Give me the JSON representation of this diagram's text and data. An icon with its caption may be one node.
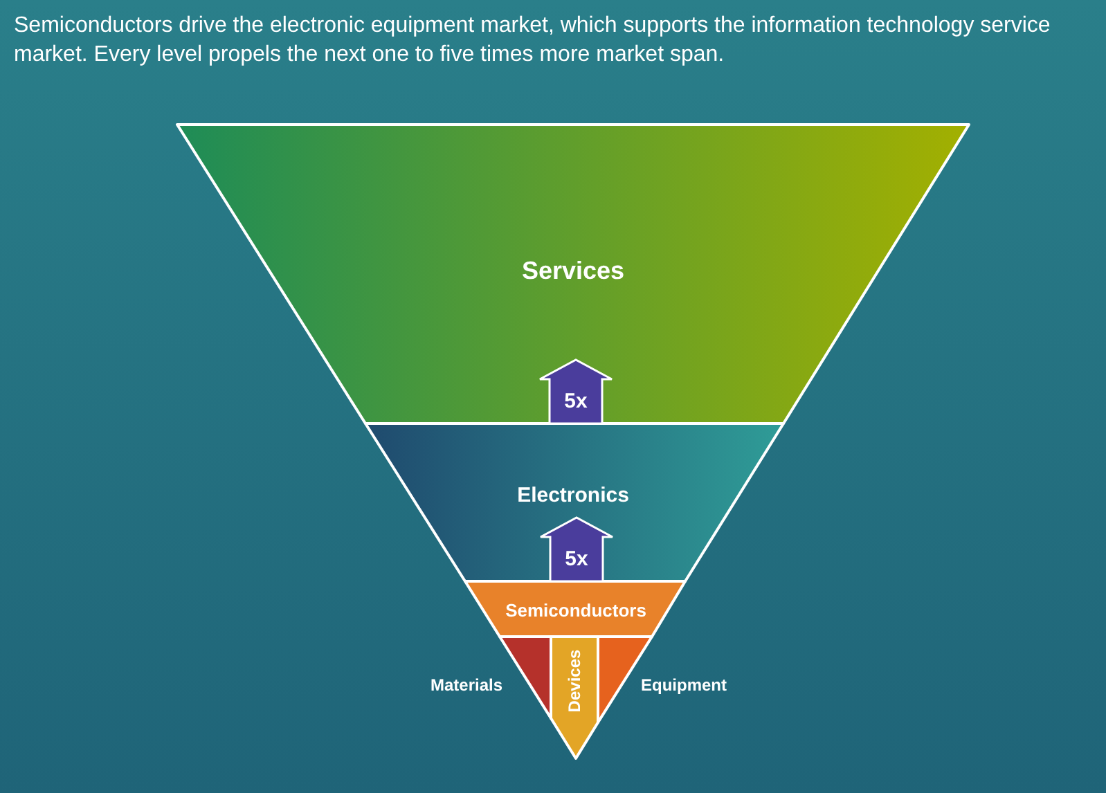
{
  "diagram": {
    "title": "Semiconductors drive the electronic equipment market, which supports the information technology service market. Every level propels the next one to five times more market span.",
    "nodes": [
      {
        "text": [
          "Services"
        ]
      },
      {
        "text": [
          "Electronics"
        ]
      },
      {
        "text": [
          "Semiconductors"
        ]
      },
      {
        "text": [
          "Materials"
        ]
      },
      {
        "text": [
          "Devices"
        ]
      },
      {
        "text": [
          "Equipment"
        ]
      }
    ],
    "edges": [
      {
        "from": 1,
        "to": 0,
        "arrow": "to",
        "label": "5x"
      },
      {
        "from": 2,
        "to": 1,
        "arrow": "to",
        "label": "5x"
      }
    ]
  }
}
